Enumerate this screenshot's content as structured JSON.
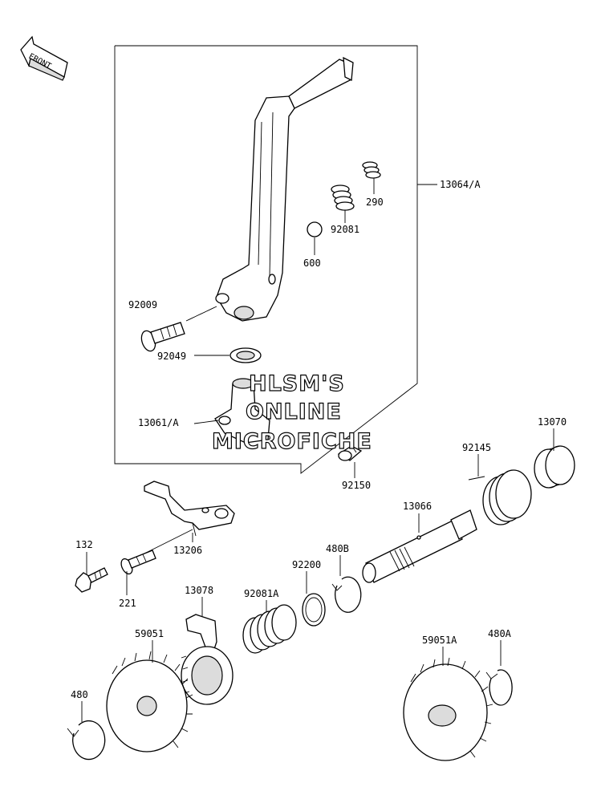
{
  "front_arrow": {
    "label": "FRONT"
  },
  "callouts": {
    "c13064A": "13064/A",
    "c290": "290",
    "c92081": "92081",
    "c600": "600",
    "c92009": "92009",
    "c92049": "92049",
    "c13061A": "13061/A",
    "c92150": "92150",
    "c13070": "13070",
    "c92145": "92145",
    "c13066": "13066",
    "c132": "132",
    "c13206": "13206",
    "c221": "221",
    "c480B": "480B",
    "c92200": "92200",
    "c13078": "13078",
    "c92081A": "92081A",
    "c59051": "59051",
    "c59051A": "59051A",
    "c480A": "480A",
    "c480": "480"
  },
  "watermark": {
    "line1": "HLSM'S",
    "line2": "ONLINE",
    "line3": "MICROFICHE"
  }
}
